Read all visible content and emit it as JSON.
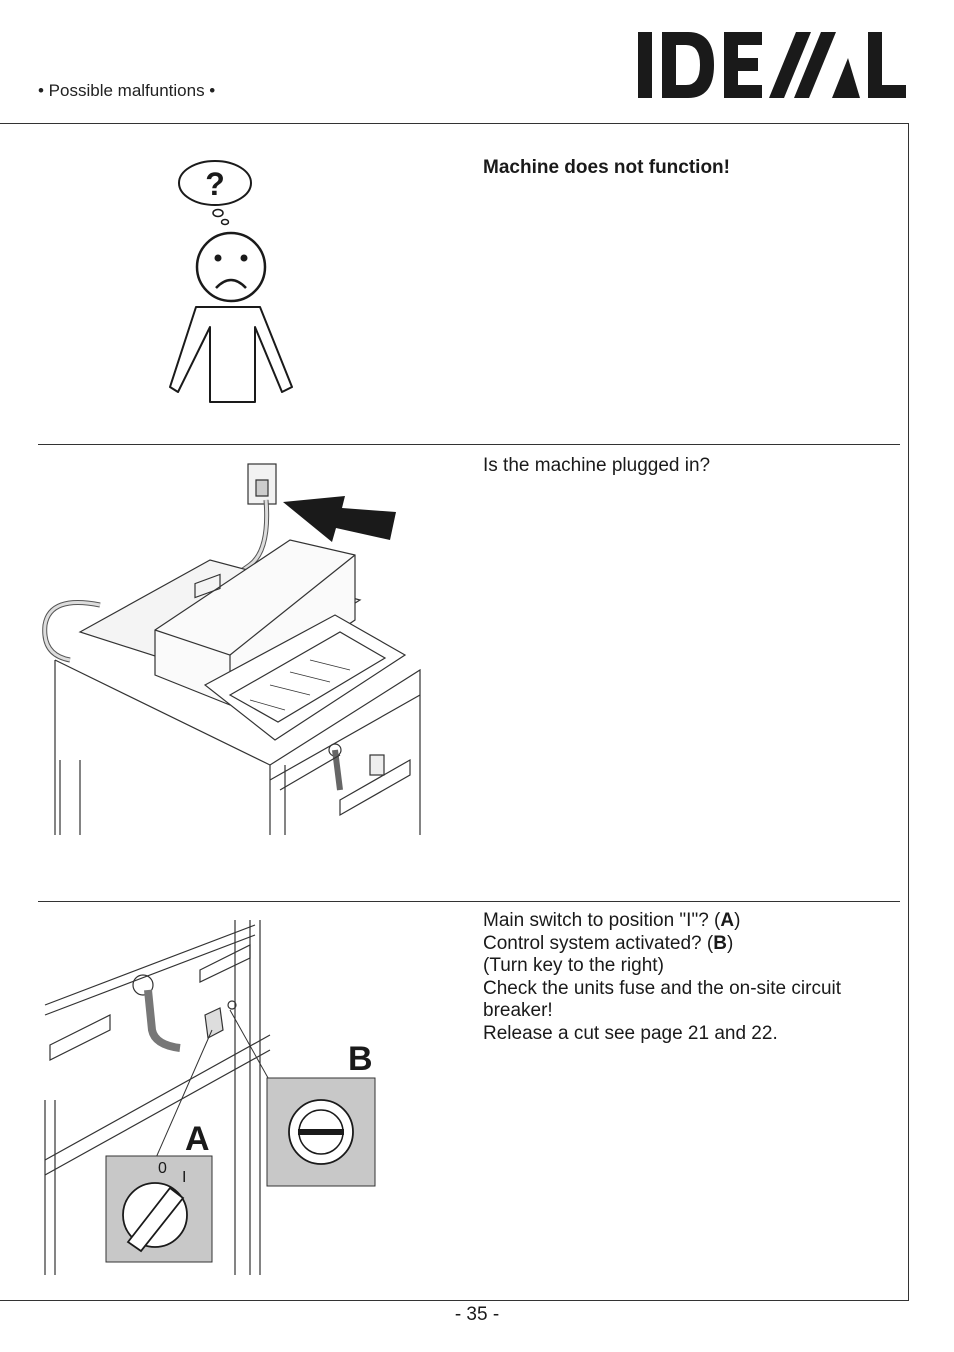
{
  "header": {
    "section_label": "• Possible malfuntions •",
    "logo_text": "IDEAL"
  },
  "rows": [
    {
      "title": "Machine does not function!"
    },
    {
      "text": "Is the machine plugged in?"
    },
    {
      "lines": [
        {
          "pre": "Main switch to position \"I\"? (",
          "bold": "A",
          "post": ")"
        },
        {
          "pre": "Control system activated? (",
          "bold": "B",
          "post": ")"
        },
        {
          "pre": "(Turn key to the right)"
        },
        {
          "pre": "Check the units fuse and the on-site circuit breaker!"
        },
        {
          "pre": "Release a cut see page 21 and 22."
        }
      ]
    }
  ],
  "illustrations": {
    "question_mark": "?",
    "callout_a": "A",
    "callout_b": "B",
    "switch_off_label": "0",
    "switch_on_label": "I"
  },
  "footer": {
    "page_number": "- 35 -"
  },
  "icons": [
    "confused-person-icon",
    "plug-socket-icon",
    "arrow-icon",
    "main-switch-icon",
    "key-switch-icon"
  ]
}
